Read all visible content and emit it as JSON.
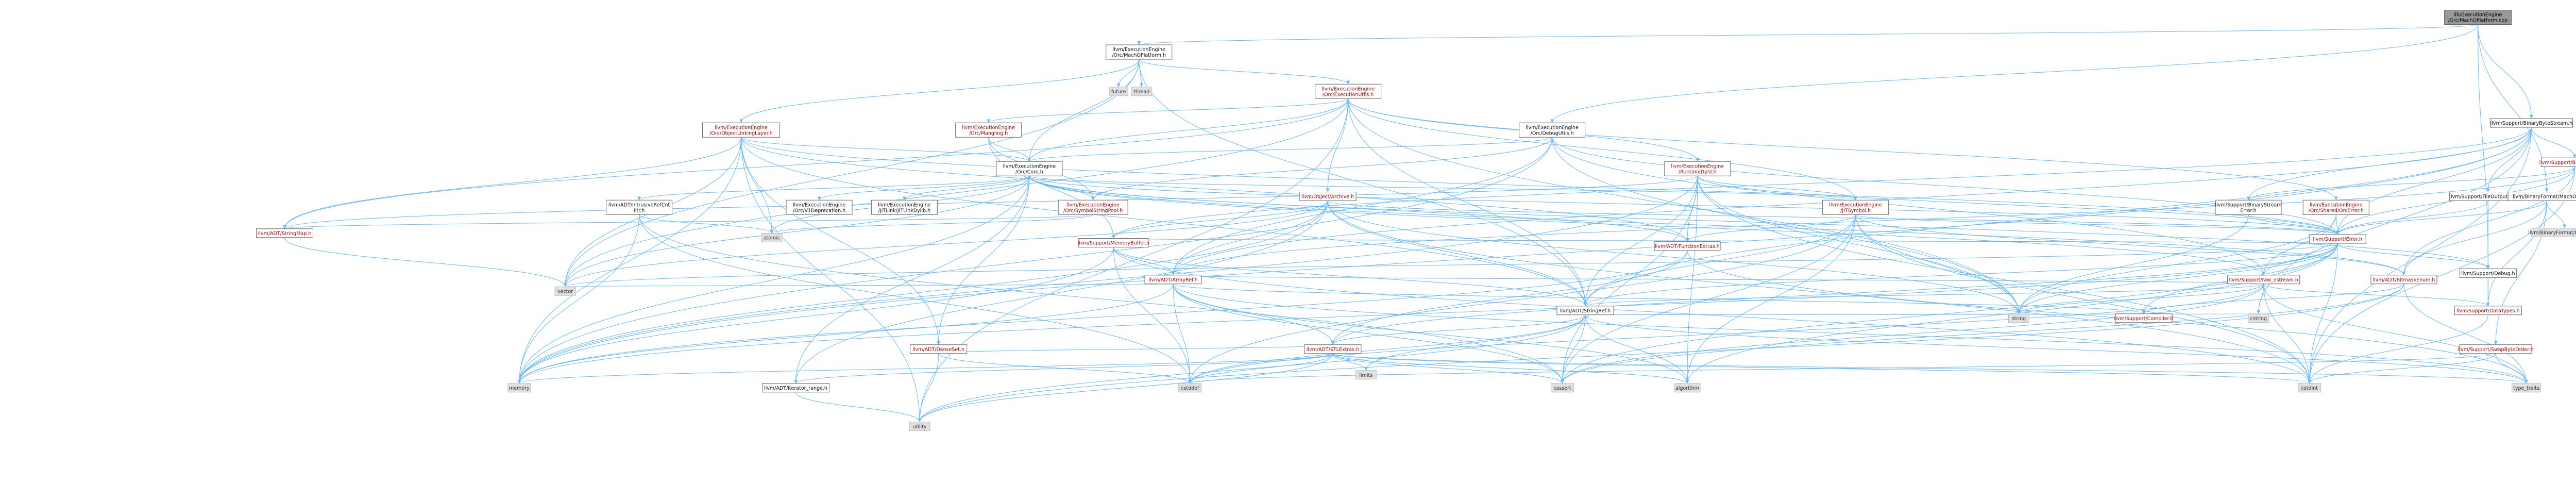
{
  "graph": {
    "edge_color": "#63b8ff",
    "node_fill": "#ffffff",
    "node_gray_fill": "#e0e0e0",
    "root_fill": "#999999",
    "red_text": "#b20000",
    "nodes": [
      {
        "id": "root",
        "lines": [
          "lib/ExecutionEngine",
          "/Orc/MachOPlatform.cpp"
        ],
        "style": "root"
      },
      {
        "id": "machoplatform_h",
        "lines": [
          "llvm/ExecutionEngine",
          "/Orc/MachOPlatform.h"
        ],
        "style": "black"
      },
      {
        "id": "future",
        "lines": [
          "future"
        ],
        "style": "gray"
      },
      {
        "id": "thread",
        "lines": [
          "thread"
        ],
        "style": "gray"
      },
      {
        "id": "executionutils",
        "lines": [
          "llvm/ExecutionEngine",
          "/Orc/ExecutionUtils.h"
        ],
        "style": "red"
      },
      {
        "id": "objectlinkinglayer",
        "lines": [
          "llvm/ExecutionEngine",
          "/Orc/ObjectLinkingLayer.h"
        ],
        "style": "red"
      },
      {
        "id": "mangling",
        "lines": [
          "llvm/ExecutionEngine",
          "/Orc/Mangling.h"
        ],
        "style": "red"
      },
      {
        "id": "debugutils",
        "lines": [
          "llvm/ExecutionEngine",
          "/Orc/DebugUtils.h"
        ],
        "style": "black"
      },
      {
        "id": "binarybytestream",
        "lines": [
          "llvm/Support/BinaryByteStream.h"
        ],
        "style": "black"
      },
      {
        "id": "orccore",
        "lines": [
          "llvm/ExecutionEngine",
          "/Orc/Core.h"
        ],
        "style": "black"
      },
      {
        "id": "runtimedyld",
        "lines": [
          "llvm/ExecutionEngine",
          "/RuntimeDyld.h"
        ],
        "style": "red"
      },
      {
        "id": "binarystream",
        "lines": [
          "llvm/Support/BinaryStream.h"
        ],
        "style": "red"
      },
      {
        "id": "intrusiverefcnt",
        "lines": [
          "llvm/ADT/IntrusiveRefCnt",
          "Ptr.h"
        ],
        "style": "black"
      },
      {
        "id": "v1deprecation",
        "lines": [
          "llvm/ExecutionEngine",
          "/Orc/V1Deprecation.h"
        ],
        "style": "black"
      },
      {
        "id": "jitlinkdylib",
        "lines": [
          "llvm/ExecutionEngine",
          "/JITLink/JITLinkDylib.h"
        ],
        "style": "black"
      },
      {
        "id": "symbolstringpool",
        "lines": [
          "llvm/ExecutionEngine",
          "/Orc/SymbolStringPool.h"
        ],
        "style": "red"
      },
      {
        "id": "objectarchive",
        "lines": [
          "llvm/Object/Archive.h"
        ],
        "style": "red"
      },
      {
        "id": "jitsymbol",
        "lines": [
          "llvm/ExecutionEngine",
          "/JITSymbol.h"
        ],
        "style": "red"
      },
      {
        "id": "binarystreamerror",
        "lines": [
          "llvm/Support/BinaryStream",
          "Error.h"
        ],
        "style": "black"
      },
      {
        "id": "orcerror",
        "lines": [
          "llvm/ExecutionEngine",
          "/Orc/Shared/OrcError.h"
        ],
        "style": "red"
      },
      {
        "id": "fileoutputbuffer",
        "lines": [
          "llvm/Support/FileOutputBuffer.h"
        ],
        "style": "black"
      },
      {
        "id": "binaryformat_macho",
        "lines": [
          "llvm/BinaryFormat/MachO.h"
        ],
        "style": "black"
      },
      {
        "id": "macho_def",
        "lines": [
          "llvm/BinaryFormat/MachO.def"
        ],
        "style": "gray"
      },
      {
        "id": "stringmap",
        "lines": [
          "llvm/ADT/StringMap.h"
        ],
        "style": "red"
      },
      {
        "id": "atomic",
        "lines": [
          "atomic"
        ],
        "style": "gray"
      },
      {
        "id": "memorybuffer",
        "lines": [
          "llvm/Support/MemoryBuffer.h"
        ],
        "style": "red"
      },
      {
        "id": "functionextras",
        "lines": [
          "llvm/ADT/FunctionExtras.h"
        ],
        "style": "red"
      },
      {
        "id": "supporterror",
        "lines": [
          "llvm/Support/Error.h"
        ],
        "style": "red"
      },
      {
        "id": "arrayref",
        "lines": [
          "llvm/ADT/ArrayRef.h"
        ],
        "style": "red"
      },
      {
        "id": "raw_ostream",
        "lines": [
          "llvm/Support/raw_ostream.h"
        ],
        "style": "red"
      },
      {
        "id": "bitmaskenum",
        "lines": [
          "llvm/ADT/BitmaskEnum.h"
        ],
        "style": "red"
      },
      {
        "id": "supportdebug",
        "lines": [
          "llvm/Support/Debug.h"
        ],
        "style": "black"
      },
      {
        "id": "vector",
        "lines": [
          "vector"
        ],
        "style": "gray"
      },
      {
        "id": "stringref",
        "lines": [
          "llvm/ADT/StringRef.h"
        ],
        "style": "black"
      },
      {
        "id": "datatypes",
        "lines": [
          "llvm/Support/DataTypes.h"
        ],
        "style": "red"
      },
      {
        "id": "densemap",
        "lines": [
          "llvm/ADT/DenseSet.h"
        ],
        "style": "red"
      },
      {
        "id": "stlextras",
        "lines": [
          "llvm/ADT/STLExtras.h"
        ],
        "style": "red"
      },
      {
        "id": "string",
        "lines": [
          "string"
        ],
        "style": "gray"
      },
      {
        "id": "compiler",
        "lines": [
          "llvm/Support/Compiler.h"
        ],
        "style": "red"
      },
      {
        "id": "cstring",
        "lines": [
          "cstring"
        ],
        "style": "gray"
      },
      {
        "id": "swapbyteorder",
        "lines": [
          "llvm/Support/SwapByteOrder.h"
        ],
        "style": "red"
      },
      {
        "id": "memory",
        "lines": [
          "memory"
        ],
        "style": "gray"
      },
      {
        "id": "cstddef",
        "lines": [
          "cstddef"
        ],
        "style": "gray"
      },
      {
        "id": "limits",
        "lines": [
          "limits"
        ],
        "style": "gray"
      },
      {
        "id": "cassert",
        "lines": [
          "cassert"
        ],
        "style": "gray"
      },
      {
        "id": "algorithm",
        "lines": [
          "algorithm"
        ],
        "style": "gray"
      },
      {
        "id": "cstdint",
        "lines": [
          "cstdint"
        ],
        "style": "gray"
      },
      {
        "id": "type_traits",
        "lines": [
          "type_traits"
        ],
        "style": "gray"
      },
      {
        "id": "iterator_range",
        "lines": [
          "llvm/ADT/iterator_range.h"
        ],
        "style": "black"
      },
      {
        "id": "utility",
        "lines": [
          "utility"
        ],
        "style": "gray"
      }
    ],
    "edges": [
      [
        "root",
        "machoplatform_h"
      ],
      [
        "root",
        "binarybytestream"
      ],
      [
        "root",
        "debugutils"
      ],
      [
        "root",
        "binaryformat_macho"
      ],
      [
        "root",
        "supportdebug"
      ],
      [
        "machoplatform_h",
        "future"
      ],
      [
        "machoplatform_h",
        "thread"
      ],
      [
        "machoplatform_h",
        "executionutils"
      ],
      [
        "machoplatform_h",
        "objectlinkinglayer"
      ],
      [
        "machoplatform_h",
        "orccore"
      ],
      [
        "machoplatform_h",
        "stringref"
      ],
      [
        "machoplatform_h",
        "vector"
      ],
      [
        "executionutils",
        "mangling"
      ],
      [
        "executionutils",
        "orccore"
      ],
      [
        "executionutils",
        "runtimedyld"
      ],
      [
        "executionutils",
        "jitsymbol"
      ],
      [
        "executionutils",
        "objectarchive"
      ],
      [
        "executionutils",
        "orcerror"
      ],
      [
        "executionutils",
        "stringmap"
      ],
      [
        "executionutils",
        "string"
      ],
      [
        "executionutils",
        "utility"
      ],
      [
        "executionutils",
        "vector"
      ],
      [
        "executionutils",
        "stringref"
      ],
      [
        "objectlinkinglayer",
        "orccore"
      ],
      [
        "objectlinkinglayer",
        "stringmap"
      ],
      [
        "objectlinkinglayer",
        "functionextras"
      ],
      [
        "objectlinkinglayer",
        "supporterror"
      ],
      [
        "objectlinkinglayer",
        "memory"
      ],
      [
        "objectlinkinglayer",
        "vector"
      ],
      [
        "objectlinkinglayer",
        "utility"
      ],
      [
        "objectlinkinglayer",
        "atomic"
      ],
      [
        "objectlinkinglayer",
        "stringref"
      ],
      [
        "objectlinkinglayer",
        "densemap"
      ],
      [
        "mangling",
        "orccore"
      ],
      [
        "mangling",
        "memorybuffer"
      ],
      [
        "mangling",
        "symbolstringpool"
      ],
      [
        "debugutils",
        "orccore"
      ],
      [
        "debugutils",
        "symbolstringpool"
      ],
      [
        "debugutils",
        "arrayref"
      ],
      [
        "debugutils",
        "supporterror"
      ],
      [
        "debugutils",
        "raw_ostream"
      ],
      [
        "debugutils",
        "memory"
      ],
      [
        "debugutils",
        "string"
      ],
      [
        "binarybytestream",
        "binarystream"
      ],
      [
        "binarybytestream",
        "binarystreamerror"
      ],
      [
        "binarybytestream",
        "fileoutputbuffer"
      ],
      [
        "binarybytestream",
        "memorybuffer"
      ],
      [
        "binarybytestream",
        "supporterror"
      ],
      [
        "binarybytestream",
        "arrayref"
      ],
      [
        "binarybytestream",
        "stringref"
      ],
      [
        "binarybytestream",
        "cstdint"
      ],
      [
        "binarybytestream",
        "cstring"
      ],
      [
        "binarybytestream",
        "memory"
      ],
      [
        "orccore",
        "intrusiverefcnt"
      ],
      [
        "orccore",
        "v1deprecation"
      ],
      [
        "orccore",
        "jitlinkdylib"
      ],
      [
        "orccore",
        "symbolstringpool"
      ],
      [
        "orccore",
        "jitsymbol"
      ],
      [
        "orccore",
        "functionextras"
      ],
      [
        "orccore",
        "supportdebug"
      ],
      [
        "orccore",
        "raw_ostream"
      ],
      [
        "orccore",
        "supporterror"
      ],
      [
        "orccore",
        "bitmaskenum"
      ],
      [
        "orccore",
        "densemap"
      ],
      [
        "orccore",
        "atomic"
      ],
      [
        "orccore",
        "memory"
      ],
      [
        "orccore",
        "vector"
      ],
      [
        "orccore",
        "iterator_range"
      ],
      [
        "runtimedyld",
        "jitsymbol"
      ],
      [
        "runtimedyld",
        "functionextras"
      ],
      [
        "runtimedyld",
        "stringref"
      ],
      [
        "runtimedyld",
        "supporterror"
      ],
      [
        "runtimedyld",
        "memory"
      ],
      [
        "runtimedyld",
        "string"
      ],
      [
        "runtimedyld",
        "cstdint"
      ],
      [
        "runtimedyld",
        "algorithm"
      ],
      [
        "runtimedyld",
        "cassert"
      ],
      [
        "runtimedyld",
        "stringmap"
      ],
      [
        "binarystream",
        "binarystreamerror"
      ],
      [
        "binarystream",
        "supporterror"
      ],
      [
        "binarystream",
        "arrayref"
      ],
      [
        "binarystream",
        "bitmaskenum"
      ],
      [
        "binarystream",
        "cstdint"
      ],
      [
        "intrusiverefcnt",
        "atomic"
      ],
      [
        "intrusiverefcnt",
        "cassert"
      ],
      [
        "intrusiverefcnt",
        "cstddef"
      ],
      [
        "intrusiverefcnt",
        "memory"
      ],
      [
        "symbolstringpool",
        "stringmap"
      ],
      [
        "symbolstringpool",
        "atomic"
      ],
      [
        "symbolstringpool",
        "mutex"
      ],
      [
        "objectarchive",
        "memorybuffer"
      ],
      [
        "objectarchive",
        "supporterror"
      ],
      [
        "objectarchive",
        "stringref"
      ],
      [
        "objectarchive",
        "arrayref"
      ],
      [
        "objectarchive",
        "vector"
      ],
      [
        "objectarchive",
        "memory"
      ],
      [
        "objectarchive",
        "cstdint"
      ],
      [
        "objectarchive",
        "string"
      ],
      [
        "objectarchive",
        "iterator_range"
      ],
      [
        "jitsymbol",
        "functionextras"
      ],
      [
        "jitsymbol",
        "supporterror"
      ],
      [
        "jitsymbol",
        "bitmaskenum"
      ],
      [
        "jitsymbol",
        "stringref"
      ],
      [
        "jitsymbol",
        "algorithm"
      ],
      [
        "jitsymbol",
        "cassert"
      ],
      [
        "jitsymbol",
        "cstddef"
      ],
      [
        "jitsymbol",
        "cstdint"
      ],
      [
        "jitsymbol",
        "map"
      ],
      [
        "jitsymbol",
        "set"
      ],
      [
        "jitsymbol",
        "string"
      ],
      [
        "binarystreamerror",
        "supporterror"
      ],
      [
        "binarystreamerror",
        "string"
      ],
      [
        "orcerror",
        "supporterror"
      ],
      [
        "orcerror",
        "raw_ostream"
      ],
      [
        "orcerror",
        "string"
      ],
      [
        "fileoutputbuffer",
        "supporterror"
      ],
      [
        "fileoutputbuffer",
        "datatypes"
      ],
      [
        "binaryformat_macho",
        "macho_def"
      ],
      [
        "binaryformat_macho",
        "bitmaskenum"
      ],
      [
        "binaryformat_macho",
        "supporterror"
      ],
      [
        "binaryformat_macho",
        "datatypes"
      ],
      [
        "binaryformat_macho",
        "swapbyteorder"
      ],
      [
        "stringmap",
        "vector"
      ],
      [
        "memorybuffer",
        "arrayref"
      ],
      [
        "memorybuffer",
        "stringref"
      ],
      [
        "memorybuffer",
        "supporterror"
      ],
      [
        "memorybuffer",
        "memory"
      ],
      [
        "memorybuffer",
        "cstddef"
      ],
      [
        "memorybuffer",
        "cstdint"
      ],
      [
        "functionextras",
        "stlextras"
      ],
      [
        "functionextras",
        "memory"
      ],
      [
        "functionextras",
        "type_traits"
      ],
      [
        "supporterror",
        "stlextras"
      ],
      [
        "supporterror",
        "stringref"
      ],
      [
        "supporterror",
        "supportdebug"
      ],
      [
        "supporterror",
        "raw_ostream"
      ],
      [
        "supporterror",
        "compiler"
      ],
      [
        "supporterror",
        "algorithm"
      ],
      [
        "supporterror",
        "cassert"
      ],
      [
        "supporterror",
        "cstdint"
      ],
      [
        "supporterror",
        "cstdlib"
      ],
      [
        "supporterror",
        "memory"
      ],
      [
        "supporterror",
        "string"
      ],
      [
        "supporterror",
        "vector"
      ],
      [
        "arrayref",
        "stlextras"
      ],
      [
        "arrayref",
        "compiler"
      ],
      [
        "arrayref",
        "algorithm"
      ],
      [
        "arrayref",
        "cassert"
      ],
      [
        "arrayref",
        "cstddef"
      ],
      [
        "arrayref",
        "iterator"
      ],
      [
        "arrayref",
        "memory"
      ],
      [
        "arrayref",
        "type_traits"
      ],
      [
        "arrayref",
        "vector"
      ],
      [
        "raw_ostream",
        "arrayref"
      ],
      [
        "raw_ostream",
        "stringref"
      ],
      [
        "raw_ostream",
        "datatypes"
      ],
      [
        "raw_ostream",
        "cassert"
      ],
      [
        "raw_ostream",
        "cstddef"
      ],
      [
        "raw_ostream",
        "cstdint"
      ],
      [
        "raw_ostream",
        "cstring"
      ],
      [
        "raw_ostream",
        "string"
      ],
      [
        "raw_ostream",
        "type_traits"
      ],
      [
        "bitmaskenum",
        "compiler"
      ],
      [
        "bitmaskenum",
        "cassert"
      ],
      [
        "bitmaskenum",
        "type_traits"
      ],
      [
        "bitmaskenum",
        "utility"
      ],
      [
        "supportdebug",
        "datatypes"
      ],
      [
        "stringref",
        "stlextras"
      ],
      [
        "stringref",
        "compiler"
      ],
      [
        "stringref",
        "algorithm"
      ],
      [
        "stringref",
        "cassert"
      ],
      [
        "stringref",
        "cstddef"
      ],
      [
        "stringref",
        "cstring"
      ],
      [
        "stringref",
        "limits"
      ],
      [
        "stringref",
        "string"
      ],
      [
        "stringref",
        "type_traits"
      ],
      [
        "stringref",
        "utility"
      ],
      [
        "datatypes",
        "cstdint"
      ],
      [
        "densemap",
        "stlextras"
      ],
      [
        "densemap",
        "cstddef"
      ],
      [
        "densemap",
        "utility"
      ],
      [
        "stlextras",
        "iterator_range"
      ],
      [
        "stlextras",
        "algorithm"
      ],
      [
        "stlextras",
        "cassert"
      ],
      [
        "stlextras",
        "cstddef"
      ],
      [
        "stlextras",
        "cstdint"
      ],
      [
        "stlextras",
        "limits"
      ],
      [
        "stlextras",
        "memory"
      ],
      [
        "stlextras",
        "type_traits"
      ],
      [
        "stlextras",
        "utility"
      ],
      [
        "swapbyteorder",
        "cstddef"
      ],
      [
        "swapbyteorder",
        "cstdint"
      ],
      [
        "swapbyteorder",
        "type_traits"
      ],
      [
        "iterator_range",
        "utility"
      ]
    ]
  }
}
